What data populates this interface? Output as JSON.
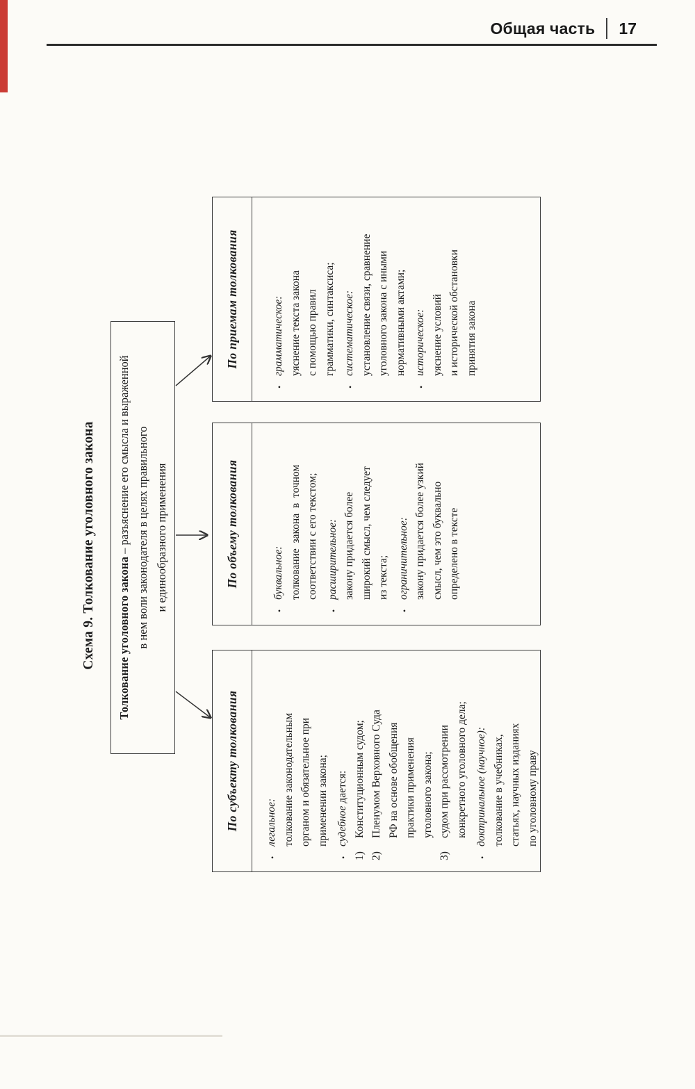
{
  "running_head": {
    "section": "Общая часть",
    "page_number": "17"
  },
  "diagram": {
    "title": "Схема 9. Толкование уголовного закона",
    "definition": {
      "term": "Толкование уголовного закона",
      "line1_rest": " – разъяснение его смысла и выраженной",
      "line2": "в нем воли законодателя в целях правильного",
      "line3": "и единообразного применения"
    },
    "boxes": [
      {
        "id": "by-subject",
        "header": "По субъекту толкования",
        "lines": [
          {
            "type": "bullet",
            "em": "легальное:",
            "text": ""
          },
          {
            "type": "cont1",
            "text": "толкование законодательным"
          },
          {
            "type": "cont1",
            "text": "органом и обязательное при"
          },
          {
            "type": "cont1",
            "text": "применении закона;"
          },
          {
            "type": "bullet",
            "em": "судебное",
            "text": " дается:"
          },
          {
            "type": "num",
            "marker": "1)",
            "text": "Конституционным судом;"
          },
          {
            "type": "num",
            "marker": "2)",
            "text": "Пленумом Верховного Суда"
          },
          {
            "type": "cont2",
            "text": "РФ на основе обобщения"
          },
          {
            "type": "cont2",
            "text": "практики применения"
          },
          {
            "type": "cont2",
            "text": "уголовного закона;"
          },
          {
            "type": "num",
            "marker": "3)",
            "text": "судом при рассмотрении"
          },
          {
            "type": "cont2",
            "text": "конкретного уголовного дела;"
          },
          {
            "type": "bullet",
            "em": "доктринальное (научное):",
            "text": ""
          },
          {
            "type": "cont1",
            "text": "толкование в учебниках,"
          },
          {
            "type": "cont1",
            "text": "статьях, научных изданиях"
          },
          {
            "type": "cont1",
            "text": "по уголовному праву"
          }
        ]
      },
      {
        "id": "by-volume",
        "header": "По объему толкования",
        "lines": [
          {
            "type": "bullet",
            "em": "буквальное:",
            "text": ""
          },
          {
            "type": "cont1",
            "text": "толкование  закона  в  точном"
          },
          {
            "type": "cont1",
            "text": "соответствии с его текстом;"
          },
          {
            "type": "bullet",
            "em": "расширительное:",
            "text": ""
          },
          {
            "type": "cont1",
            "text": "закону придается более"
          },
          {
            "type": "cont1",
            "text": "широкий смысл, чем следует"
          },
          {
            "type": "cont1",
            "text": "из текста;"
          },
          {
            "type": "bullet",
            "em": "ограничительное:",
            "text": ""
          },
          {
            "type": "cont1",
            "text": "закону придается более узкий"
          },
          {
            "type": "cont1",
            "text": "смысл, чем это буквально"
          },
          {
            "type": "cont1",
            "text": "определено в тексте"
          }
        ]
      },
      {
        "id": "by-method",
        "header": "По приемам толкования",
        "lines": [
          {
            "type": "bullet",
            "em": "грамматическое:",
            "text": ""
          },
          {
            "type": "cont1",
            "text": "уяснение текста закона"
          },
          {
            "type": "cont1",
            "text": "с помощью правил"
          },
          {
            "type": "cont1",
            "text": "грамматики, синтаксиса;"
          },
          {
            "type": "bullet",
            "em": "систематическое:",
            "text": ""
          },
          {
            "type": "cont1",
            "text": "установление связи, сравнение"
          },
          {
            "type": "cont1",
            "text": "уголовного закона с иными"
          },
          {
            "type": "cont1",
            "text": "нормативными актами;"
          },
          {
            "type": "bullet",
            "em": "историческое:",
            "text": ""
          },
          {
            "type": "cont1",
            "text": "уяснение условий"
          },
          {
            "type": "cont1",
            "text": "и исторической обстановки"
          },
          {
            "type": "cont1",
            "text": "принятия закона"
          }
        ]
      }
    ]
  }
}
